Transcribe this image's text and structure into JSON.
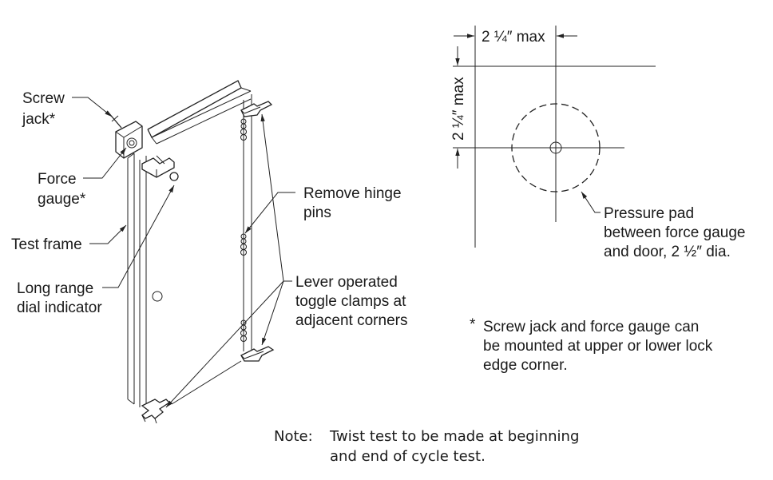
{
  "diagram": {
    "type": "technical-illustration",
    "subject": "Door twist test setup",
    "callouts": {
      "screw_jack": [
        "Screw",
        "jack*"
      ],
      "force_gauge": [
        "Force",
        "gauge*"
      ],
      "test_frame": [
        "Test frame"
      ],
      "dial_indicator": [
        "Long range",
        "dial indicator"
      ],
      "hinge_pins": [
        "Remove hinge",
        "pins"
      ],
      "toggle_clamps": [
        "Lever operated",
        "toggle clamps at",
        "adjacent corners"
      ]
    },
    "detail": {
      "horizontal_dim": "2 ¼″ max",
      "vertical_dim": "2 ¼″ max",
      "pressure_pad": [
        "Pressure pad",
        "between force gauge",
        "and door, 2 ½″ dia."
      ]
    },
    "footnote": {
      "marker": "*",
      "lines": [
        "Screw jack and force gauge can",
        "be mounted at upper or lower lock",
        "edge corner."
      ]
    },
    "note": {
      "label": "Note:",
      "lines": [
        "Twist test to be made at beginning",
        "and end of cycle test."
      ]
    }
  }
}
